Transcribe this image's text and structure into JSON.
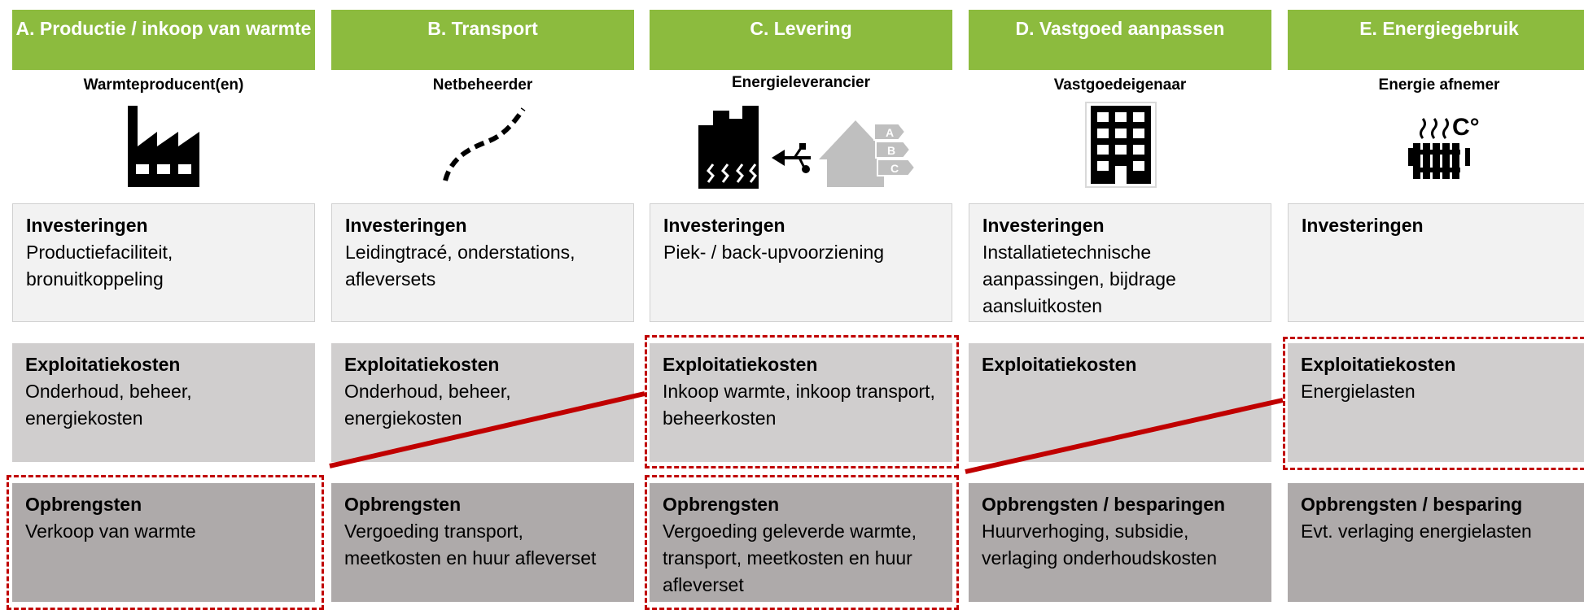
{
  "columns": [
    {
      "header": "A. Productie / inkoop van warmte",
      "role": "Warmteproducent(en)",
      "icon": "factory-icon",
      "investments": {
        "title": "Investeringen",
        "text": "Productiefaciliteit, bronuitkoppeling"
      },
      "operating_costs": {
        "title": "Exploitatiekosten",
        "text": "Onderhoud, beheer, energiekosten"
      },
      "revenues": {
        "title": "Opbrengsten",
        "text": "Verkoop van warmte"
      }
    },
    {
      "header": "B. Transport",
      "role": "Netbeheerder",
      "icon": "pipeline-icon",
      "investments": {
        "title": "Investeringen",
        "text": "Leidingtracé, onderstations, afleversets"
      },
      "operating_costs": {
        "title": "Exploitatiekosten",
        "text": "Onderhoud, beheer, energiekosten"
      },
      "revenues": {
        "title": "Opbrengsten",
        "text": "Vergoeding transport, meetkosten en huur afleverset"
      }
    },
    {
      "header": "C. Levering",
      "role": "Energieleverancier",
      "icon": "energy-supplier-icon",
      "icon_labels": [
        "A",
        "B",
        "C"
      ],
      "investments": {
        "title": "Investeringen",
        "text": "Piek- / back-upvoorziening"
      },
      "operating_costs": {
        "title": "Exploitatiekosten",
        "text": "Inkoop warmte, inkoop transport, beheerkosten"
      },
      "revenues": {
        "title": "Opbrengsten",
        "text": "Vergoeding geleverde warmte, transport, meetkosten en huur afleverset"
      }
    },
    {
      "header": "D. Vastgoed aanpassen",
      "role": "Vastgoedeigenaar",
      "icon": "building-icon",
      "investments": {
        "title": "Investeringen",
        "text": "Installatietechnische aanpassingen, bijdrage aansluitkosten"
      },
      "operating_costs": {
        "title": "Exploitatiekosten",
        "text": ""
      },
      "revenues": {
        "title": "Opbrengsten / besparingen",
        "text": "Huurverhoging, subsidie, verlaging onderhoudskosten"
      }
    },
    {
      "header": "E. Energiegebruik",
      "role": "Energie afnemer",
      "icon": "radiator-icon",
      "icon_labels": [
        "C°"
      ],
      "investments": {
        "title": "Investeringen",
        "text": ""
      },
      "operating_costs": {
        "title": "Exploitatiekosten",
        "text": "Energielasten"
      },
      "revenues": {
        "title": "Opbrengsten / besparing",
        "text": "Evt. verlaging energielasten"
      }
    }
  ],
  "colors": {
    "header_bg": "#8cbb3e",
    "investments_bg": "#f2f2f2",
    "operating_costs_bg": "#d0cece",
    "revenues_bg": "#aeaaaa",
    "highlight": "#c00000"
  }
}
